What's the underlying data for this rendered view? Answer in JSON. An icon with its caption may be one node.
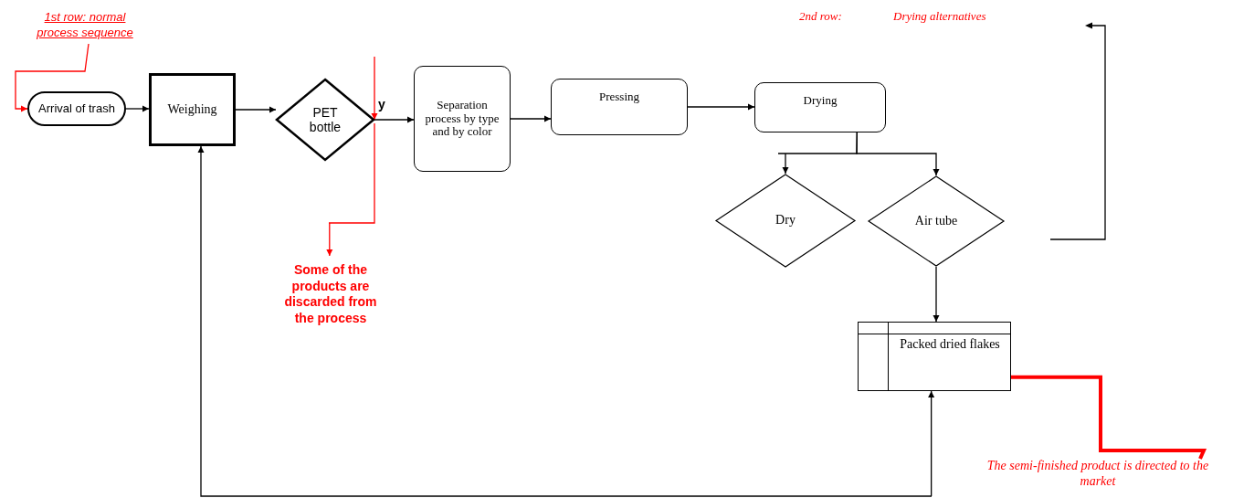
{
  "diagram": {
    "nodes": [
      {
        "text": [
          "1st row: normal process sequence"
        ]
      },
      {
        "text": [
          "Arrival of trash"
        ]
      },
      {
        "text": [
          "Weighing"
        ]
      },
      {
        "text": [
          "PET bottle"
        ]
      },
      {
        "text": [
          "Separation process by type and by color"
        ]
      },
      {
        "text": [
          "Pressing"
        ]
      },
      {
        "text": [
          "Drying"
        ]
      },
      {
        "text": [
          "Dry"
        ]
      },
      {
        "text": [
          "Air tube"
        ]
      },
      {
        "text": [
          "Packed dried flakes"
        ]
      },
      {
        "text": [
          "Some of the products are discarded from the process"
        ]
      },
      {
        "text": [
          "The semi-finished product is directed to the market"
        ]
      }
    ],
    "edges": [
      {
        "from": 0,
        "to": 1,
        "arrow": "to",
        "color": "#ff0000"
      },
      {
        "from": 1,
        "to": 2,
        "arrow": "to"
      },
      {
        "from": 2,
        "to": 3,
        "arrow": "to"
      },
      {
        "from": 3,
        "to": 4,
        "arrow": "to"
      },
      {
        "from": 4,
        "to": 5,
        "arrow": "to"
      },
      {
        "from": 5,
        "to": 6,
        "arrow": "to"
      },
      {
        "from": 6,
        "to": 7,
        "arrow": "to"
      },
      {
        "from": 6,
        "to": 8,
        "arrow": "to"
      },
      {
        "from": 8,
        "to": 9,
        "arrow": "to"
      },
      {
        "from": 2,
        "to": 9,
        "arrow": "both"
      },
      {
        "from": null,
        "to": 3,
        "arrow": "to",
        "color": "#ff0000"
      },
      {
        "from": 3,
        "to": 10,
        "arrow": "to",
        "color": "#ff0000"
      },
      {
        "from": 11,
        "to": 9,
        "arrow": "none",
        "style": "thick",
        "color": "#ff0000"
      }
    ],
    "labels": [
      "y",
      "2nd row:",
      "Drying alternatives"
    ]
  }
}
